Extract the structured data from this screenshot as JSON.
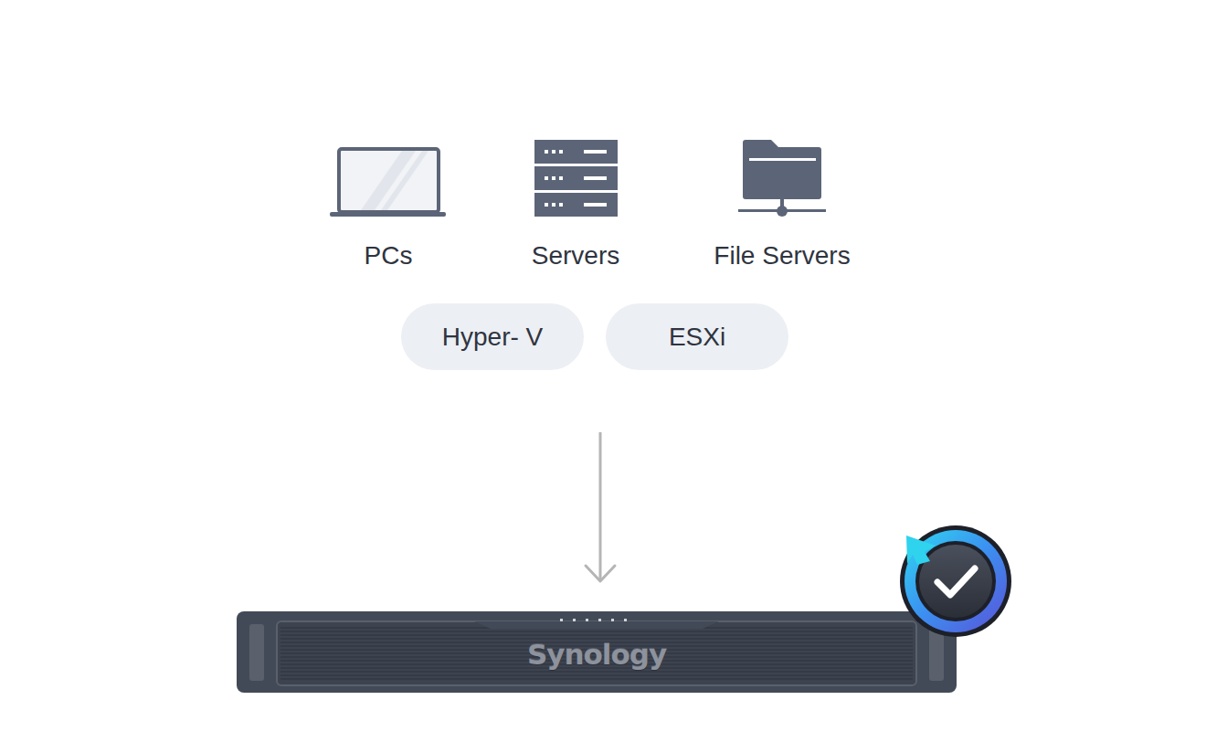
{
  "diagram": {
    "nodes": [
      {
        "text": [
          "PCs"
        ]
      },
      {
        "text": [
          "Servers"
        ]
      },
      {
        "text": [
          "File Servers"
        ]
      },
      {
        "text": [
          "Hyper- V"
        ]
      },
      {
        "text": [
          "ESXi"
        ]
      },
      {
        "text": [
          "Synology"
        ]
      }
    ]
  }
}
